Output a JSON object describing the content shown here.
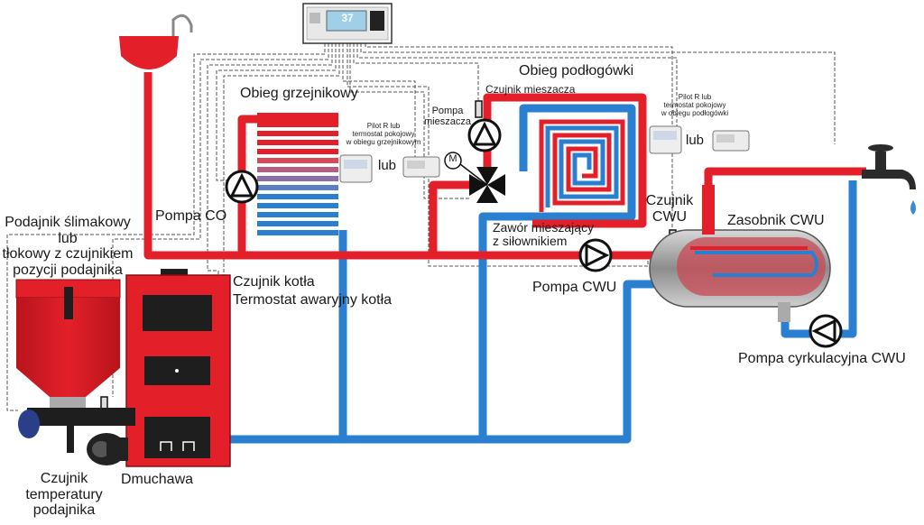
{
  "labels": {
    "feeder": [
      "Podajnik ślimakowy",
      "lub",
      "tłokowy z czujnikiem",
      "pozycji podajnika"
    ],
    "pompa_co": "Pompa CO",
    "obieg_grzejnikowy": "Obieg grzejnikowy",
    "obieg_podlogowki": "Obieg podłogówki",
    "czujnik_kotla": "Czujnik kotła",
    "termostat_awaryjny": "Termostat awaryjny kotła",
    "pilot_grzejnikowy": [
      "Pilot R lub",
      "termostat pokojowy",
      "w obiegu grzejnikowym"
    ],
    "pilot_podlogowki": [
      "Pilot R lub",
      "termostat pokojowy",
      "w obiegu podłogówki"
    ],
    "lub": "lub",
    "czujnik_mieszacza": "Czujnik mieszacza",
    "pompa_mieszacza": [
      "Pompa",
      "mieszacza"
    ],
    "silownik_symbol": "M",
    "zawor": [
      "Zawór mieszający",
      "z siłownikiem"
    ],
    "pompa_cwu": "Pompa CWU",
    "czujnik_cwu": [
      "Czujnik",
      "CWU"
    ],
    "zasobnik_cwu": "Zasobnik CWU",
    "pompa_cyrkulacyjna": "Pompa cyrkulacyjna CWU",
    "dmuchawa": "Dmuchawa",
    "czujnik_temp_podajnika": [
      "Czujnik",
      "temperatury",
      "podajnika"
    ],
    "controller_display": "37"
  },
  "colors": {
    "hot_pipe": "#e3202a",
    "cold_pipe": "#2a7fd0",
    "boiler": "#e3202a",
    "boiler_dark": "#1e1e1e",
    "wire": "#555555"
  }
}
